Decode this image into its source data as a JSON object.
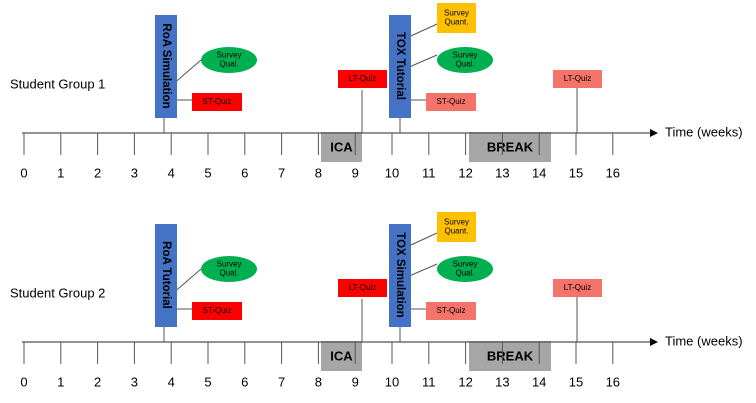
{
  "axis": {
    "ticks": [
      "0",
      "1",
      "2",
      "3",
      "4",
      "5",
      "6",
      "7",
      "8",
      "9",
      "10",
      "11",
      "12",
      "13",
      "14",
      "15",
      "16"
    ],
    "time_label": "Time (weeks)"
  },
  "colors": {
    "simulation": "#4472c4",
    "survey_qual": "#00b050",
    "survey_quant": "#ffc000",
    "st_quiz": "#ff0000",
    "lt_quiz_g1_first": "#ff0000",
    "lt_quiz_other": "#f4736a",
    "st_quiz_second": "#f4736a",
    "ica": "#a6a6a6",
    "break": "#a6a6a6"
  },
  "groups": [
    {
      "label": "Student Group 1",
      "activity1": "RoA Simulation",
      "activity2": "TOX Tutorial",
      "survey_qual": "Survey\nQual.",
      "survey_quant": "Survey\nQuant.",
      "st_quiz": "ST-Quiz",
      "lt_quiz": "LT-Quiz",
      "ica": "ICA",
      "break": "BREAK"
    },
    {
      "label": "Student Group 2",
      "activity1": "RoA Tutorial",
      "activity2": "TOX Simulation",
      "survey_qual": "Survey\nQual.",
      "survey_quant": "Survey\nQuant.",
      "st_quiz": "ST-Quiz",
      "lt_quiz": "LT-Quiz",
      "ica": "ICA",
      "break": "BREAK"
    }
  ]
}
